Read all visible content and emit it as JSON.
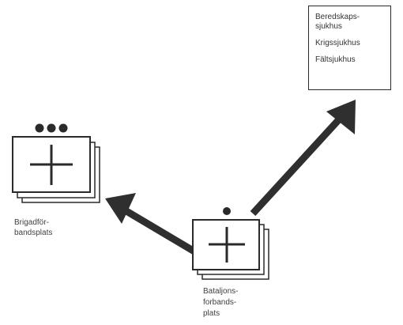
{
  "brigade": {
    "label_line1": "Brigadför-",
    "label_line2": "bandsplats"
  },
  "battalion": {
    "label_line1": "Bataljons-",
    "label_line2": "forbands-",
    "label_line3": "plats"
  },
  "hospitals": {
    "items": [
      {
        "label": "Beredskaps-\nsjukhus"
      },
      {
        "label": "Krigssjukhus"
      },
      {
        "label": "Fältsjukhus"
      }
    ]
  },
  "colors": {
    "ink": "#2a2a2a",
    "arrow": "#2f2f2f",
    "text": "#3e3e3e"
  },
  "icons": {
    "unit_symbol": "plus-icon",
    "brigade_rank": "three-dots-icon",
    "battalion_rank": "single-dot-icon"
  }
}
